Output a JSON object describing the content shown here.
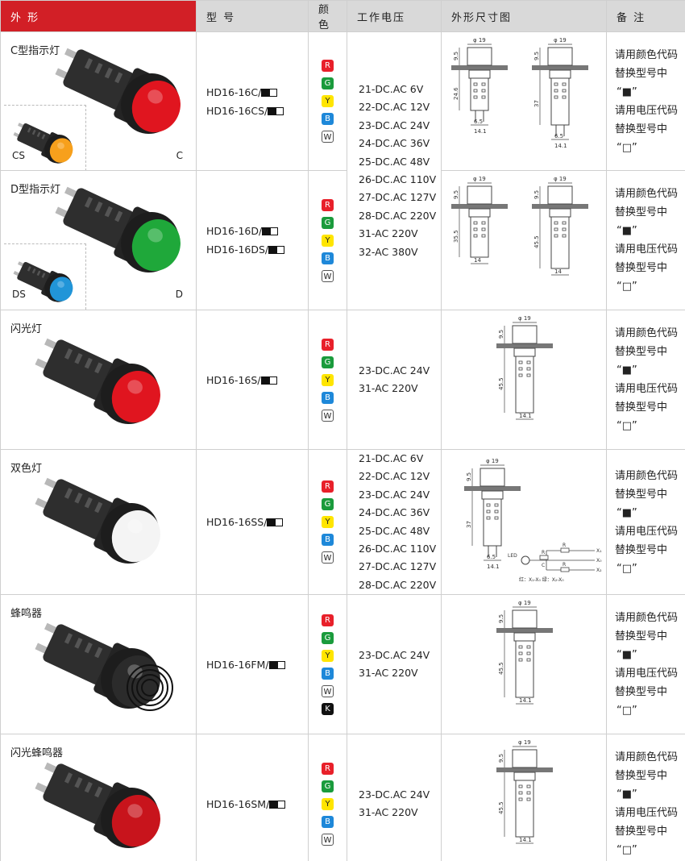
{
  "header": [
    "外 形",
    "型 号",
    "颜 色",
    "工作电压",
    "外形尺寸图",
    "备 注"
  ],
  "colors": {
    "accent": "#d21f26",
    "R": "#e8202a",
    "G": "#1a9b3c",
    "Y": "#ffe500",
    "B": "#1e88d9",
    "W": "#ffffff",
    "K": "#111111"
  },
  "voltage_group_1": [
    "21-DC.AC 6V",
    "22-DC.AC 12V",
    "23-DC.AC 24V",
    "24-DC.AC 36V",
    "25-DC.AC 48V",
    "26-DC.AC 110V",
    "27-DC.AC 127V",
    "28-DC.AC 220V",
    "31-AC 220V",
    "32-AC 380V"
  ],
  "rows": [
    {
      "label": "C型指示灯",
      "corner_left": "CS",
      "corner_right": "C",
      "models": [
        "HD16-16C/",
        "HD16-16CS/"
      ],
      "chips": [
        "R",
        "G",
        "Y",
        "B",
        "W"
      ],
      "lamp_color": "#e0151f",
      "sub_color": "#f7a01c",
      "dims": [
        "φ 19",
        "9.5",
        "24.6",
        "6.5",
        "14.1",
        "φ 19",
        "9.5",
        "37",
        "6.5",
        "14.1"
      ]
    },
    {
      "label": "D型指示灯",
      "corner_left": "DS",
      "corner_right": "D",
      "models": [
        "HD16-16D/",
        "HD16-16DS/"
      ],
      "chips": [
        "R",
        "G",
        "Y",
        "B",
        "W"
      ],
      "lamp_color": "#1fa83a",
      "sub_color": "#2195d8",
      "dims": [
        "φ 19",
        "9.5",
        "35.5",
        "14",
        "φ 19",
        "9.5",
        "45.5",
        "14"
      ]
    },
    {
      "label": "闪光灯",
      "models": [
        "HD16-16S/"
      ],
      "chips": [
        "R",
        "G",
        "Y",
        "B",
        "W"
      ],
      "voltage": [
        "23-DC.AC 24V",
        "31-AC 220V"
      ],
      "lamp_color": "#e0151f",
      "dims": [
        "φ 19",
        "9.5",
        "45.5",
        "14.1"
      ]
    },
    {
      "label": "双色灯",
      "models": [
        "HD16-16SS/"
      ],
      "chips": [
        "R",
        "G",
        "Y",
        "B",
        "W"
      ],
      "voltage": [
        "21-DC.AC 6V",
        "22-DC.AC 12V",
        "23-DC.AC 24V",
        "24-DC.AC 36V",
        "25-DC.AC 48V",
        "26-DC.AC 110V",
        "27-DC.AC 127V",
        "28-DC.AC 220V"
      ],
      "lamp_color": "#f4f4f4",
      "dims": [
        "φ 19",
        "9.5",
        "37",
        "6.5",
        "14.1",
        "LED",
        "R",
        "R",
        "C",
        "R",
        "X₁",
        "X₀",
        "X₂",
        "红：X₁-X₀ 绿：X₂-X₀"
      ]
    },
    {
      "label": "蜂鸣器",
      "models": [
        "HD16-16FM/"
      ],
      "chips": [
        "R",
        "G",
        "Y",
        "B",
        "W",
        "K"
      ],
      "voltage": [
        "23-DC.AC 24V",
        "31-AC 220V"
      ],
      "lamp_color": "#2b2b2b",
      "dims": [
        "φ 19",
        "9.5",
        "45.5",
        "14.1"
      ]
    },
    {
      "label": "闪光蜂鸣器",
      "models": [
        "HD16-16SM/"
      ],
      "chips": [
        "R",
        "G",
        "Y",
        "B",
        "W"
      ],
      "voltage": [
        "23-DC.AC 24V",
        "31-AC 220V"
      ],
      "lamp_color": "#c8141c",
      "dims": [
        "φ 19",
        "9.5",
        "45.5",
        "14.1"
      ]
    }
  ],
  "note": [
    "请用颜色代码",
    "替换型号中",
    "“■”",
    "请用电压代码",
    "替换型号中",
    "“□”"
  ]
}
